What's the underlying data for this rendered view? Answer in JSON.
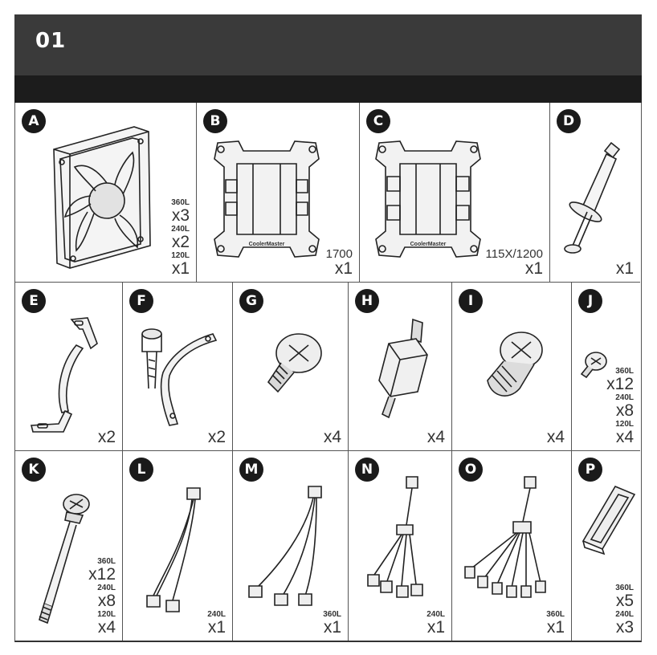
{
  "header": {
    "step": "01"
  },
  "items": [
    {
      "letter": "A",
      "name": "fan",
      "quantities": [
        {
          "variant": "360L",
          "count": "x3"
        },
        {
          "variant": "240L",
          "count": "x2"
        },
        {
          "variant": "120L",
          "count": "x1"
        }
      ]
    },
    {
      "letter": "B",
      "name": "backplate-1700",
      "model": "1700",
      "brand_mark": "CoolerMaster",
      "count": "x1"
    },
    {
      "letter": "C",
      "name": "backplate-115x-1200",
      "model": "115X/1200",
      "brand_mark": "CoolerMaster",
      "count": "x1"
    },
    {
      "letter": "D",
      "name": "thermal-paste",
      "count": "x1"
    },
    {
      "letter": "E",
      "name": "bracket-e",
      "count": "x2"
    },
    {
      "letter": "F",
      "name": "bracket-f",
      "count": "x2"
    },
    {
      "letter": "G",
      "name": "screw-g",
      "count": "x4"
    },
    {
      "letter": "H",
      "name": "standoff-h",
      "count": "x4"
    },
    {
      "letter": "I",
      "name": "nut-i",
      "count": "x4"
    },
    {
      "letter": "J",
      "name": "screw-j",
      "quantities": [
        {
          "variant": "360L",
          "count": "x12"
        },
        {
          "variant": "240L",
          "count": "x8"
        },
        {
          "variant": "120L",
          "count": "x4"
        }
      ]
    },
    {
      "letter": "K",
      "name": "long-screw-k",
      "quantities": [
        {
          "variant": "360L",
          "count": "x12"
        },
        {
          "variant": "240L",
          "count": "x8"
        },
        {
          "variant": "120L",
          "count": "x4"
        }
      ]
    },
    {
      "letter": "L",
      "name": "cable-2way",
      "quantities": [
        {
          "variant": "240L",
          "count": "x1"
        }
      ]
    },
    {
      "letter": "M",
      "name": "cable-3way",
      "quantities": [
        {
          "variant": "360L",
          "count": "x1"
        }
      ]
    },
    {
      "letter": "N",
      "name": "argb-splitter-4",
      "quantities": [
        {
          "variant": "240L",
          "count": "x1"
        }
      ]
    },
    {
      "letter": "O",
      "name": "argb-splitter-6",
      "quantities": [
        {
          "variant": "360L",
          "count": "x1"
        }
      ]
    },
    {
      "letter": "P",
      "name": "clip-p",
      "quantities": [
        {
          "variant": "360L",
          "count": "x5"
        },
        {
          "variant": "240L",
          "count": "x3"
        }
      ]
    }
  ]
}
